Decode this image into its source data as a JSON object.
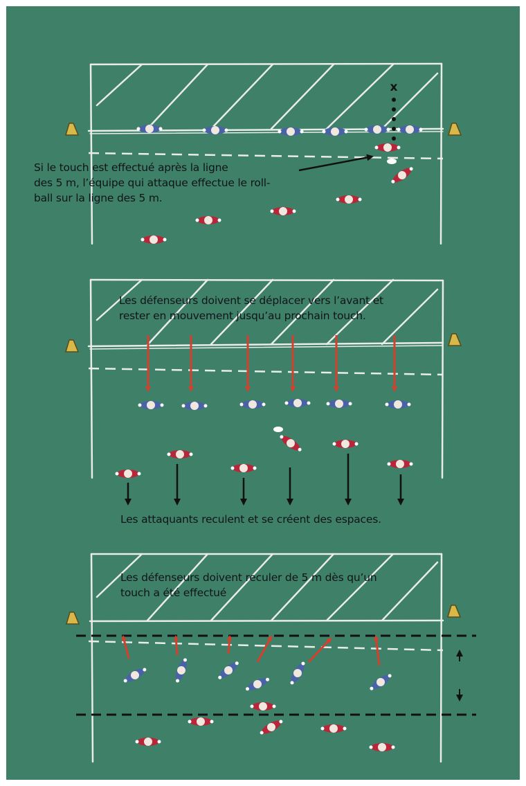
{
  "figure": {
    "background_color": "#3f8069",
    "line_color": "#e9ecea",
    "defender_color": "#4a63a6",
    "attacker_color": "#b8263a",
    "arrow_red": "#d2412e",
    "arrow_black": "#111111",
    "cone_color": "#d9b84a"
  },
  "panels": [
    {
      "caption": "Si le touch est effectué après la ligne\ndes 5 m, l’équipe qui attaque effectue le roll-\nball sur la ligne des 5 m.",
      "marker": "x"
    },
    {
      "caption": "Les défenseurs doivent se déplacer vers l’avant et\nrester en mouvement jusqu’au prochain touch.",
      "bottom_caption": "Les attaquants reculent et se créent des espaces."
    },
    {
      "caption": "Les défenseurs doivent reculer de 5 m dès qu’un\ntouch a été effectué"
    }
  ]
}
